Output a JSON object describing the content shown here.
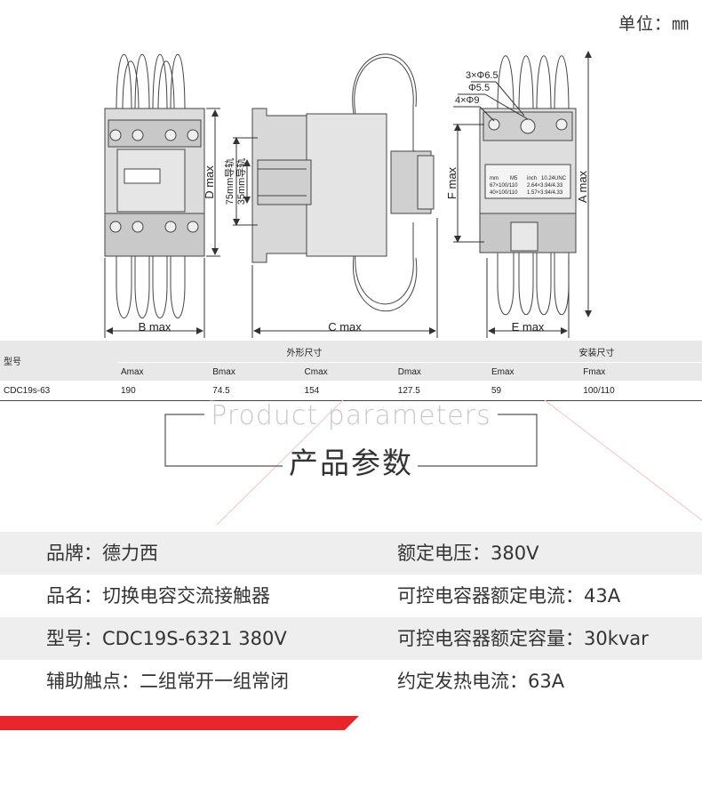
{
  "unit_label": "单位：㎜",
  "drawings": {
    "front": {
      "dim_b": "B max",
      "dim_d": "D max"
    },
    "side": {
      "dim_c": "C max",
      "rail_75": "75mm导轨",
      "rail_35": "35mm导轨"
    },
    "rear": {
      "hole_3": "3×Φ6.5",
      "hole_55": "Φ5.5",
      "hole_4": "4×Φ9",
      "dim_a": "A max",
      "dim_e": "E max",
      "dim_f": "F max",
      "label_table": {
        "r1": [
          "mm",
          "M5",
          "inch",
          "10.24UNC"
        ],
        "r2": [
          "67×100/110",
          "2.64×3.94/4.33"
        ],
        "r3": [
          "40×100/110",
          "1.57×3.94/4.33"
        ]
      }
    }
  },
  "spec_table": {
    "model_header": "型号",
    "group_outline": "外形尺寸",
    "group_install": "安装尺寸",
    "columns": [
      "Amax",
      "Bmax",
      "Cmax",
      "Dmax",
      "Emax",
      "Fmax"
    ],
    "rows": [
      {
        "model": "CDC19s-63",
        "values": [
          "190",
          "74.5",
          "154",
          "127.5",
          "59",
          "100/110"
        ]
      }
    ]
  },
  "title": {
    "en": "Product parameters",
    "cn": "产品参数"
  },
  "params": [
    {
      "left": "品牌：德力西",
      "right": "额定电压：380V"
    },
    {
      "left": "品名：切换电容交流接触器",
      "right": "可控电容器额定电流：43A"
    },
    {
      "left": "型号：CDC19S-6321 380V",
      "right": "可控电容器额定容量：30kvar"
    },
    {
      "left": "辅助触点：二组常开一组常闭",
      "right": "约定发热电流：63A"
    }
  ],
  "colors": {
    "accent_red": "#e8252a",
    "row_shade": "#eeeeee",
    "table_header": "#e8e8e8"
  }
}
